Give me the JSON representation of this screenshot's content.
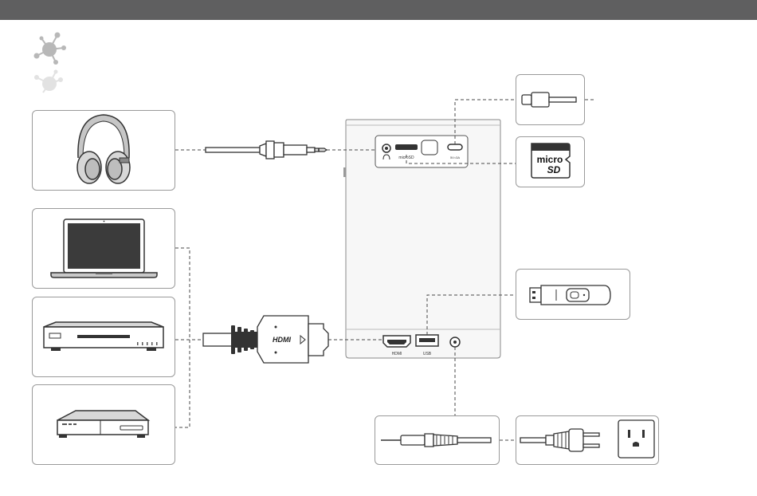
{
  "colors": {
    "header_bar": "#5f5f60",
    "line": "#4a4a4a",
    "panel_border": "#9a9a9a",
    "device_fill": "#f7f7f7",
    "icon_grey": "#b8b8b8"
  },
  "ports": {
    "microsd": "microSD",
    "hdmi": "HDMI",
    "usb": "USB",
    "typec": "5V=3A"
  },
  "cable": {
    "hdmi_logo": "HDMI"
  },
  "card": {
    "micro": "micro",
    "sd": "SD"
  },
  "icons": {
    "brand": "network-nodes-icon",
    "headphones": "headphones-icon",
    "laptop": "laptop-icon",
    "dvd": "dvd-player-icon",
    "console": "set-top-box-icon",
    "usbc": "usb-c-cable-icon",
    "microsd": "microsd-card-icon",
    "usb_drive": "usb-flash-drive-icon",
    "power": "dc-power-plug-icon",
    "adapter": "power-adapter-icon"
  }
}
